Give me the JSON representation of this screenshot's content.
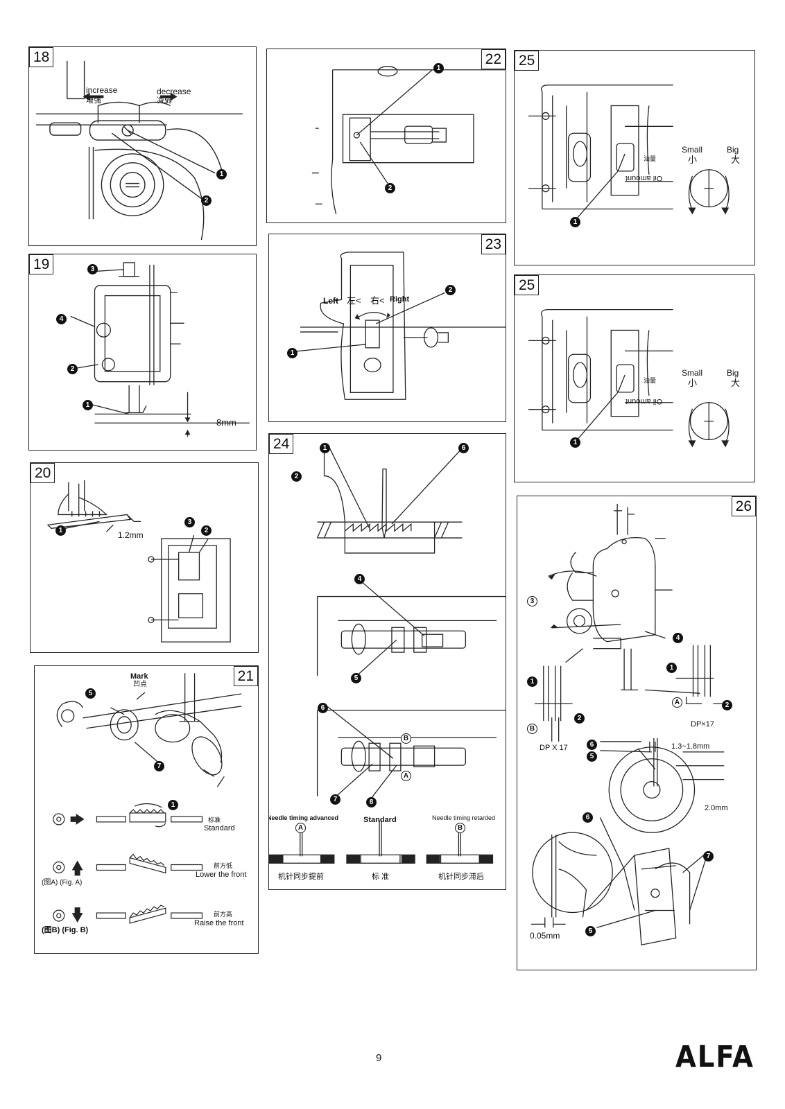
{
  "page": {
    "number": "9",
    "brand": "ALFA"
  },
  "figures": {
    "f18": {
      "id": "18",
      "increase": "increase",
      "increase_cn": "增强",
      "decrease": "decrease",
      "decrease_cn": "减弱"
    },
    "f19": {
      "id": "19",
      "measure": "8mm"
    },
    "f20": {
      "id": "20",
      "measure": "1.2mm"
    },
    "f21": {
      "id": "21",
      "mark": "Mark",
      "mark_cn": "凹点",
      "standard_cn": "标准",
      "standard": "Standard",
      "figA": "(图A) (Fig. A)",
      "lower_cn": "前方低",
      "lower": "Lower the front",
      "figB": "(图B) (Fig. B)",
      "raise_cn": "前方高",
      "raise": "Raise the front"
    },
    "f22": {
      "id": "22"
    },
    "f23": {
      "id": "23",
      "left": "Left",
      "left_cn": "左<",
      "right_cn": "右<",
      "right": "Right"
    },
    "f24": {
      "id": "24",
      "advanced": "Needle timing advanced",
      "standard": "Standard",
      "retarded": "Needle timing retarded",
      "advanced_cn": "机针同步提前",
      "standard_cn": "标  准",
      "retarded_cn": "机针同步滞后"
    },
    "f25a": {
      "id": "25",
      "small": "Small",
      "big": "Big",
      "small_cn": "小",
      "big_cn": "大",
      "oil_cn": "油量",
      "oil": "Oil amount"
    },
    "f25b": {
      "id": "25",
      "small": "Small",
      "big": "Big",
      "small_cn": "小",
      "big_cn": "大",
      "oil_cn": "油量",
      "oil": "Oil amount"
    },
    "f26": {
      "id": "26",
      "dp_right": "DP×17",
      "dp_left": "DP X 17",
      "range": "1.3~1.8mm",
      "gap": "2.0mm",
      "clearance": "0.05mm"
    }
  },
  "markers": [
    "1",
    "2",
    "3",
    "4",
    "5",
    "6",
    "7",
    "8",
    "A",
    "B"
  ]
}
